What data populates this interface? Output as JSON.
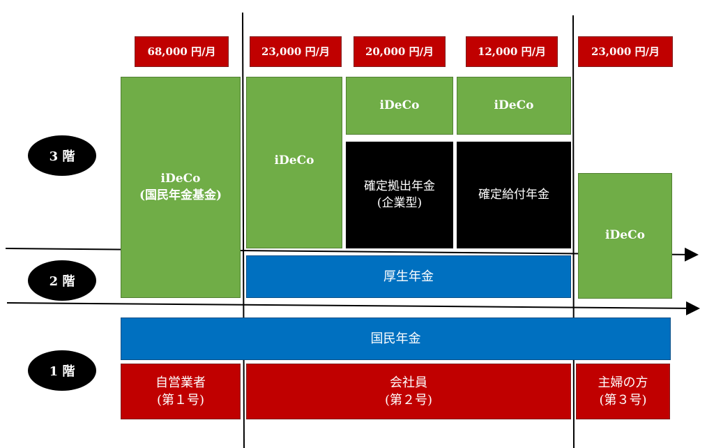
{
  "limits": {
    "self_employed": "68,000 円/月",
    "employee_none": "23,000 円/月",
    "employee_dc": "20,000 円/月",
    "employee_db": "12,000 円/月",
    "housewife": "23,000 円/月"
  },
  "tier3": {
    "ideco_self_line1": "iDeCo",
    "ideco_self_line2": "(国民年金基金)",
    "ideco_employee": "iDeCo",
    "ideco_dc": "iDeCo",
    "ideco_db": "iDeCo",
    "dc_plan_line1": "確定拠出年金",
    "dc_plan_line2": "(企業型)",
    "db_plan": "確定給付年金",
    "ideco_housewife": "iDeCo"
  },
  "tier2": {
    "kosei_nenkin": "厚生年金"
  },
  "tier1": {
    "kokumin_nenkin": "国民年金"
  },
  "categories": {
    "self_employed_line1": "自営業者",
    "self_employed_line2": "(第１号)",
    "employee_line1": "会社員",
    "employee_line2": "(第２号)",
    "housewife_line1": "主婦の方",
    "housewife_line2": "(第３号)"
  },
  "floors": {
    "floor3": "3 階",
    "floor2": "2 階",
    "floor1": "1 階"
  },
  "colors": {
    "red": "#c00000",
    "green": "#70ad47",
    "blue": "#0070c0",
    "black": "#000000"
  }
}
